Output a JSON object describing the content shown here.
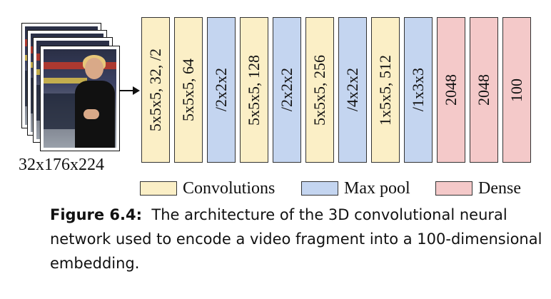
{
  "input": {
    "label": "32x176x224"
  },
  "layers": [
    {
      "label": "5x5x5, 32, /2",
      "type": "conv"
    },
    {
      "label": "5x5x5, 64",
      "type": "conv"
    },
    {
      "label": "/2x2x2",
      "type": "pool"
    },
    {
      "label": "5x5x5, 128",
      "type": "conv"
    },
    {
      "label": "/2x2x2",
      "type": "pool"
    },
    {
      "label": "5x5x5, 256",
      "type": "conv"
    },
    {
      "label": "/4x2x2",
      "type": "pool"
    },
    {
      "label": "1x5x5, 512",
      "type": "conv"
    },
    {
      "label": "/1x3x3",
      "type": "pool"
    },
    {
      "label": "2048",
      "type": "dense"
    },
    {
      "label": "2048",
      "type": "dense"
    },
    {
      "label": "100",
      "type": "dense"
    }
  ],
  "colors": {
    "conv": "#fbefc6",
    "pool": "#c4d5f0",
    "dense": "#f4c9c9"
  },
  "legend": [
    {
      "label": "Convolutions",
      "type": "conv"
    },
    {
      "label": "Max pool",
      "type": "pool"
    },
    {
      "label": "Dense",
      "type": "dense"
    }
  ],
  "caption": {
    "prefix": "Figure 6.4:",
    "text": "The architecture of the 3D convolutional neural network used to encode a video fragment into a 100-dimensional embedding."
  }
}
